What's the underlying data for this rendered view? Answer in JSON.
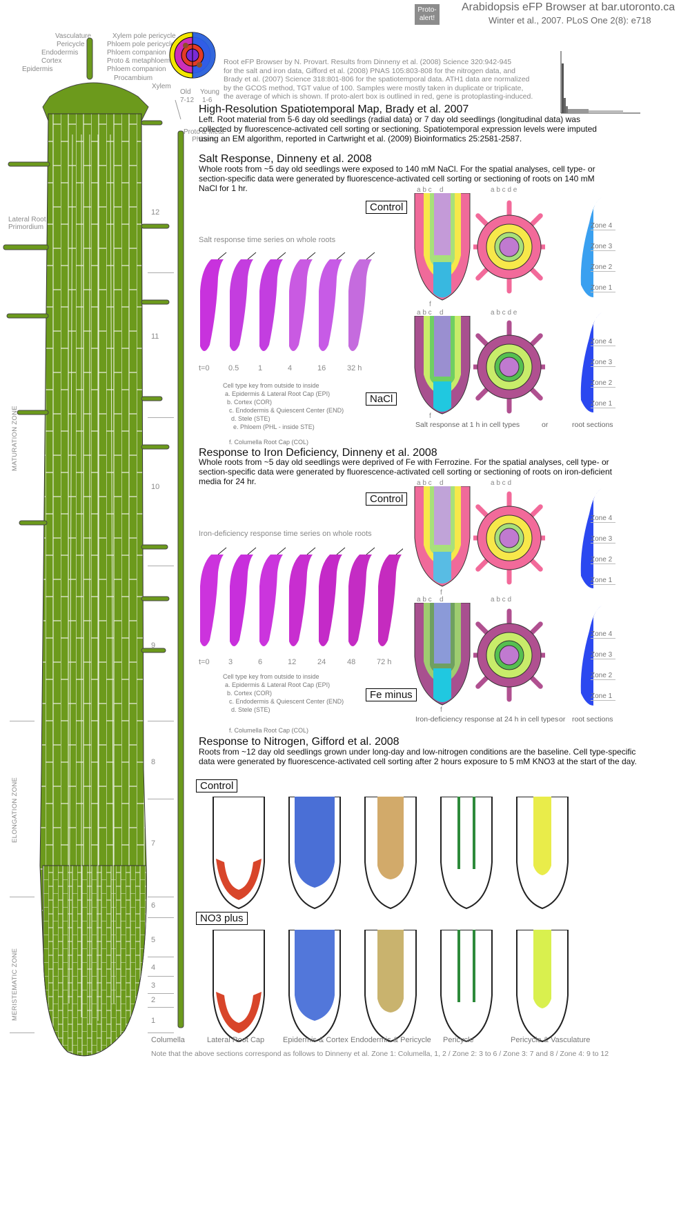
{
  "header": {
    "title": "Arabidopsis eFP Browser at bar.utoronto.ca",
    "citation": "Winter et al., 2007. PLoS One 2(8): e718",
    "proto_alert": "Proto-\nalert!"
  },
  "info": {
    "lines": [
      "Root eFP Browser by N. Provart. Results from Dinneny et al. (2008) Science 320:942-945",
      "for the salt and iron data, Gifford et al. (2008) PNAS 105:803-808 for the nitrogen data, and",
      "Brady et al. (2007) Science 318:801-806 for the spatiotemporal data. ATH1 data are normalized",
      "by the GCOS method, TGT value of 100. Samples were mostly taken in duplicate or triplicate,",
      "the average of which is shown. If proto-alert box is outlined in red, gene is protoplasting-induced."
    ]
  },
  "legend_labels": {
    "vasculature": "Vasculature",
    "pericycle": "Pericycle",
    "endodermis": "Endodermis",
    "cortex": "Cortex",
    "epidermis": "Epidermis",
    "xylem_pole_pericycle": "Xylem pole pericycle",
    "phloem_pole_pericycle": "Phloem pole pericycle",
    "phloem_companion": "Phloem companion",
    "proto_metaphloem": "Proto & metaphloem",
    "phloem_companion2": "Phloem companion",
    "procambium": "Procambium",
    "xylem": "Xylem",
    "old": "Old",
    "old_range": "7-12",
    "young": "Young",
    "young_range": "1-6",
    "proto_meta_phloem": "Proto & Meta\nPhloem",
    "lateral_root": "Lateral Root\nPrimordium"
  },
  "root_zones": {
    "maturation": "MATURATION ZONE",
    "elongation": "ELONGATION ZONE",
    "meristematic": "MERISTEMATIC ZONE",
    "sections": [
      "12",
      "11",
      "10",
      "9",
      "8",
      "7",
      "6",
      "5",
      "4",
      "3",
      "2",
      "1"
    ],
    "columella": "Columella"
  },
  "brady": {
    "title": "High-Resolution Spatiotemporal Map,  Brady et al. 2007",
    "desc": "Left. Root material from 5-6 day old seedlings (radial data) or 7 day old seedlings (longitudinal data) was collected by fluorescence-activated cell sorting or sectioning. Spatiotemporal expression levels were imputed using an EM algorithm, reported in Cartwright et al. (2009) Bioinformatics 25:2581-2587."
  },
  "salt": {
    "title": "Salt Response, Dinneny et al. 2008",
    "desc": "Whole roots from ~5 day old seedlings were exposed to 140 mM NaCl. For the spatial analyses, cell type- or section-specific data were generated by fluorescence-activated cell sorting or sectioning of roots on 140 mM NaCl for 1 hr.",
    "series_label": "Salt response time series on whole roots",
    "times": [
      "t=0",
      "0.5",
      "1",
      "4",
      "16",
      "32 h"
    ],
    "time_colors": [
      "#c832dd",
      "#c43ddf",
      "#c33ee0",
      "#c95ae2",
      "#c75be6",
      "#c56bde"
    ],
    "control": "Control",
    "treatment": "NaCl",
    "key_title": "Cell type key from outside to inside",
    "key": [
      "a. Epidermis & Lateral Root Cap (EPI)",
      "b. Cortex (COR)",
      "c. Endodermis & Quiescent Center (END)",
      "d. Stele (STE)",
      "e. Phloem (PHL - inside STE)",
      "f. Columella Root Cap (COL)"
    ],
    "caption": "Salt response at 1 h in cell types",
    "caption_or": "or",
    "caption_sections": "root sections",
    "letters_long": "a b c",
    "letter_d": "d",
    "letters_cross": "a    b c d e",
    "letter_f": "f"
  },
  "iron": {
    "title": "Response to Iron Deficiency, Dinneny et al. 2008",
    "desc": "Whole roots from ~5 day old seedlings were deprived of Fe with Ferrozine. For the spatial analyses, cell type- or section-specific data were generated by fluorescence-activated cell sorting or sectioning of roots on iron-deficient media for 24 hr.",
    "series_label": "Iron-deficiency response time series on whole roots",
    "times": [
      "t=0",
      "3",
      "6",
      "12",
      "24",
      "48",
      "72 h"
    ],
    "time_colors": [
      "#cc33dd",
      "#c82fdc",
      "#cb35dd",
      "#c82ed0",
      "#c42ac8",
      "#c42cc4",
      "#c52bbf"
    ],
    "control": "Control",
    "treatment": "Fe minus",
    "key_title": "Cell type key from outside to inside",
    "key": [
      "a. Epidermis & Lateral Root Cap (EPI)",
      "b. Cortex (COR)",
      "c. Endodermis & Quiescent Center (END)",
      "d. Stele (STE)",
      "f. Columella Root Cap (COL)"
    ],
    "caption": "Iron-deficiency response at 24 h in cell types",
    "caption_or": "or",
    "caption_sections": "root sections",
    "letters_long": "a b c",
    "letter_d": "d",
    "letters_cross": "a    b c d",
    "letter_f": "f"
  },
  "zones": [
    "Zone 4",
    "Zone 3",
    "Zone 2",
    "Zone 1"
  ],
  "nitrogen": {
    "title": "Response to Nitrogen, Gifford et al. 2008",
    "desc1": "Roots from ~12 day old seedlings grown under long-day and low-nitrogen conditions are the baseline. Cell type-specific",
    "desc2": "data were generated by fluorescence-activated cell sorting after 2 hours exposure to 5 mM KNO3 at the start of the day.",
    "control": "Control",
    "treatment": "NO3 plus",
    "columns": [
      "Lateral Root Cap",
      "Epidermis & Cortex",
      "Endodermis & Pericycle",
      "Pericycle",
      "Pericycle & Vasculature"
    ],
    "colors": [
      "#d8452a",
      "#4a6fd6",
      "#d2aa6a",
      "#2d8a3a",
      "#e9ec4a"
    ],
    "colors_plus": [
      "#d8452a",
      "#5277da",
      "#c9b36e",
      "#2d8a3a",
      "#d9f04e"
    ]
  },
  "footer": {
    "columella": "Columella",
    "note": "Note that the above sections correspond as follows to Dinneny et al. Zone 1: Columella, 1, 2 / Zone 2: 3 to 6 / Zone 3: 7 and 8 / Zone 4: 9 to 12"
  },
  "colors": {
    "root_green": "#6c9a1c",
    "salt_control_cross": [
      "#f26a9a",
      "#f7e84a",
      "#a8e07a",
      "#c07ad0"
    ],
    "salt_nacl_cross": [
      "#b05090",
      "#c8ec6a",
      "#55c050",
      "#c07ad0"
    ],
    "zone_blue_light": "#3aa0f0",
    "zone_blue_dark": "#2b48f0"
  }
}
